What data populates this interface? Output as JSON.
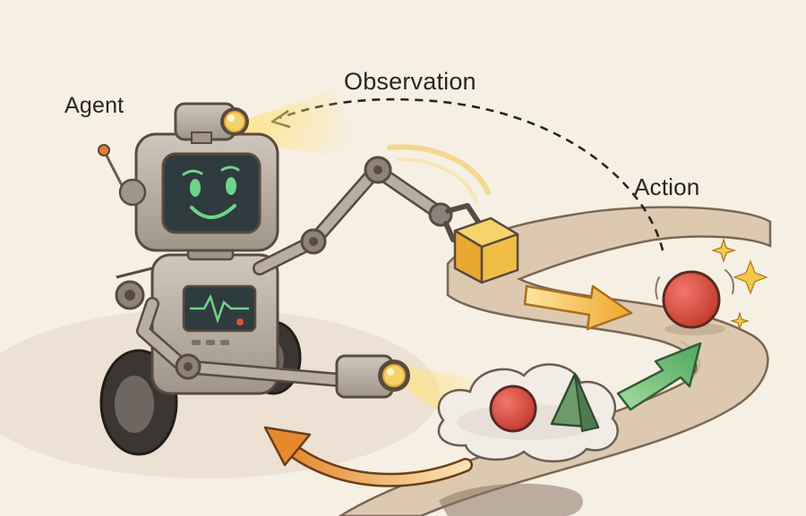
{
  "labels": {
    "agent": "Agent",
    "observation": "Observation",
    "action": "Action"
  },
  "colors": {
    "background": "#f6efe4",
    "path": "#d9c6ad",
    "robot_body": "#b9aea3",
    "screen_face": "#6fd48a",
    "cube": "#f0bd45",
    "ball": "#d94a3e",
    "arrow_orange": "#f3b53a",
    "arrow_green": "#5cb06a"
  },
  "icons": [
    "robot-agent",
    "camera-lens",
    "robotic-arm-gripper",
    "cube",
    "ball",
    "pyramid",
    "cloud",
    "sparkle"
  ]
}
